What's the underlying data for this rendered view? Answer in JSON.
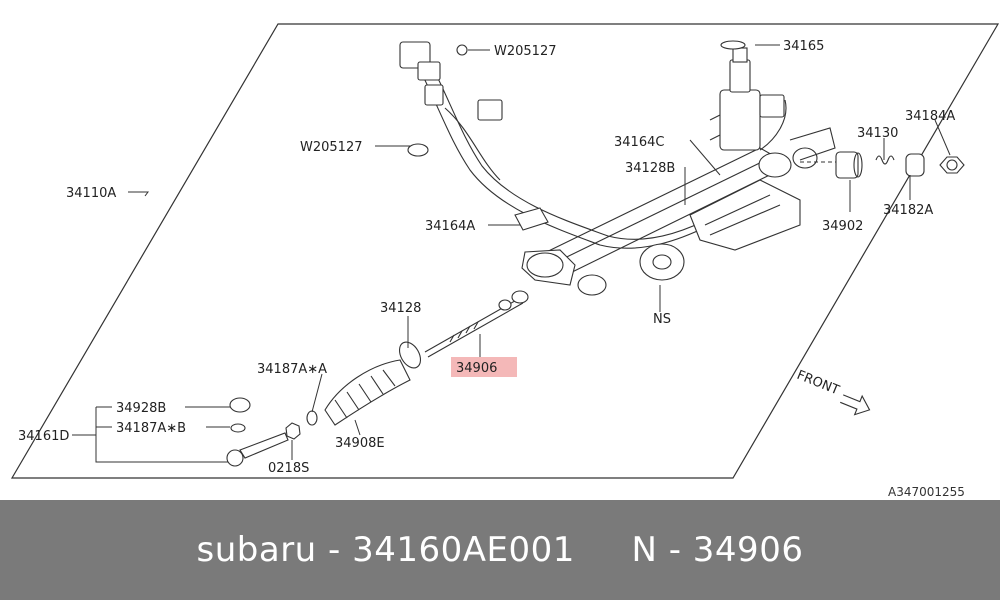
{
  "diagram": {
    "labels": {
      "w205127_top": "W205127",
      "w205127_mid": "W205127",
      "p34165": "34165",
      "p34164c": "34164C",
      "p34128b": "34128B",
      "p34130": "34130",
      "p34184a": "34184A",
      "p34110a": "34110A",
      "p34164a": "34164A",
      "p34902": "34902",
      "p34182a": "34182A",
      "ns": "NS",
      "p34128": "34128",
      "p34906": "34906",
      "p34187a_a": "34187A∗A",
      "p34928b": "34928B",
      "p34187a_b": "34187A∗B",
      "p34161d": "34161D",
      "p34908e": "34908E",
      "p0218s": "0218S",
      "front": "FRONT",
      "ref": "A347001255"
    },
    "highlight_color": "#f4b8b8"
  },
  "footer": {
    "brand": "subaru",
    "sep1": " - ",
    "part_number": "34160AE001",
    "gap": "     ",
    "n_label": "N",
    "sep2": " - ",
    "n_number": "34906"
  }
}
